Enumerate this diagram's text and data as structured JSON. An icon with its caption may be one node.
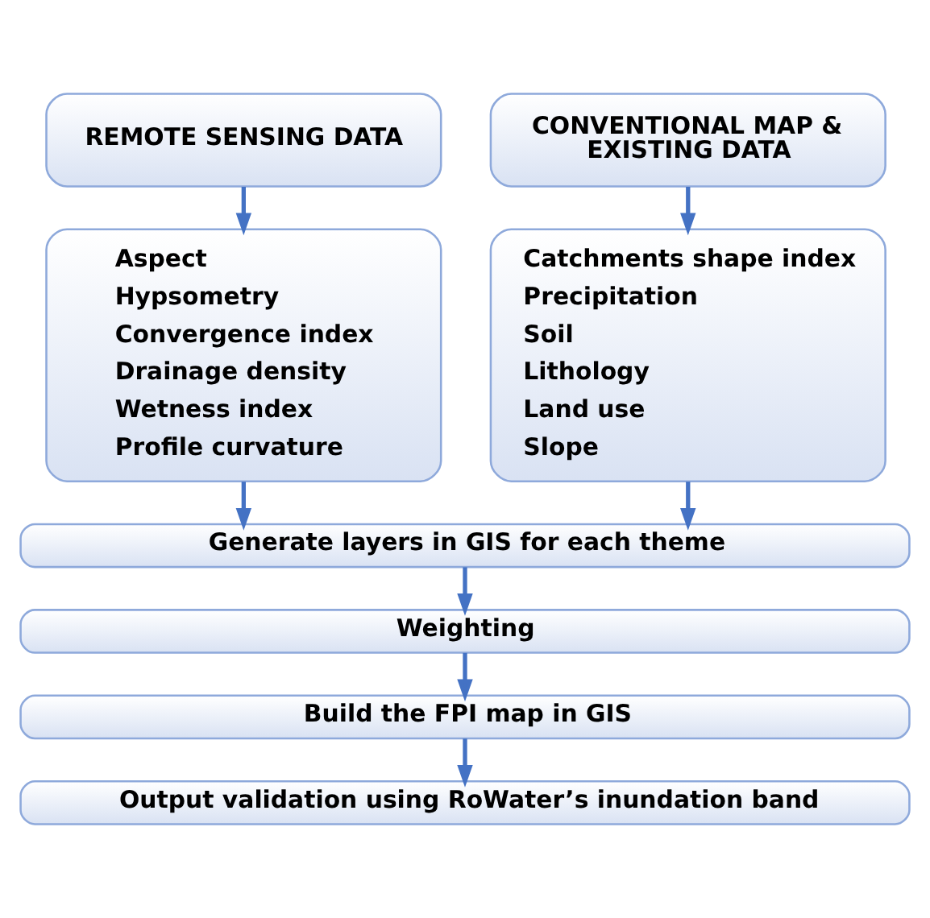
{
  "diagram": {
    "nodes": [
      {
        "text": [
          "REMOTE SENSING DATA"
        ]
      },
      {
        "text": [
          "CONVENTIONAL MAP & EXISTING DATA"
        ]
      },
      {
        "text": [
          "Aspect",
          "Hypsometry",
          "Convergence index",
          "Drainage density",
          "Wetness index",
          "Profile curvature"
        ]
      },
      {
        "text": [
          "Catchments shape index",
          "Precipitation",
          "Soil",
          "Lithology",
          "Land use",
          "Slope"
        ]
      },
      {
        "text": [
          "Generate layers in GIS for each theme"
        ]
      },
      {
        "text": [
          "Weighting"
        ]
      },
      {
        "text": [
          "Build the FPI map in GIS"
        ]
      },
      {
        "text": [
          "Output validation using RoWater’s inundation band"
        ]
      }
    ],
    "edges": [
      {
        "from": 0,
        "to": 2,
        "arrow": "to"
      },
      {
        "from": 1,
        "to": 3,
        "arrow": "to"
      },
      {
        "from": 2,
        "to": 4,
        "arrow": "to"
      },
      {
        "from": 3,
        "to": 4,
        "arrow": "to"
      },
      {
        "from": 4,
        "to": 5,
        "arrow": "to"
      },
      {
        "from": 5,
        "to": 6,
        "arrow": "to"
      },
      {
        "from": 6,
        "to": 7,
        "arrow": "to"
      }
    ]
  }
}
